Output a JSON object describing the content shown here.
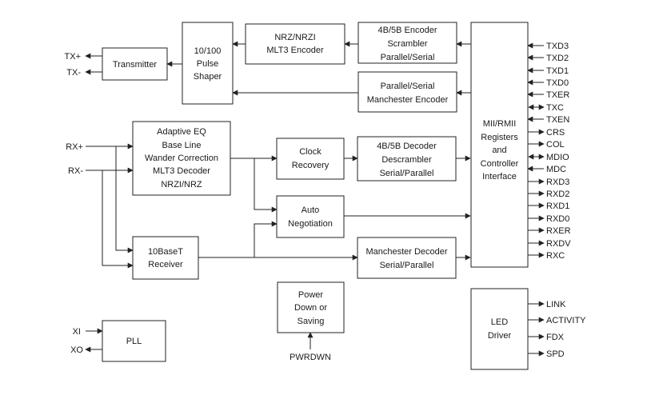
{
  "blocks": {
    "transmitter": [
      "Transmitter"
    ],
    "pulse_shaper": [
      "10/100",
      "Pulse",
      "Shaper"
    ],
    "nrz_mlt3": [
      "NRZ/NRZI",
      "MLT3 Encoder"
    ],
    "encoder_4b5b": [
      "4B/5B Encoder",
      "Scrambler",
      "Parallel/Serial"
    ],
    "manchester_encoder": [
      "Parallel/Serial",
      "Manchester Encoder"
    ],
    "adaptive_eq": [
      "Adaptive EQ",
      "Base Line",
      "Wander Correction",
      "MLT3 Decoder",
      "NRZI/NRZ"
    ],
    "clock_recovery": [
      "Clock",
      "Recovery"
    ],
    "decoder_4b5b": [
      "4B/5B Decoder",
      "Descrambler",
      "Serial/Parallel"
    ],
    "auto_negotiation": [
      "Auto",
      "Negotiation"
    ],
    "receiver_10baset": [
      "10BaseT",
      "Receiver"
    ],
    "manchester_decoder": [
      "Manchester Decoder",
      "Serial/Parallel"
    ],
    "power_down": [
      "Power",
      "Down or",
      "Saving"
    ],
    "pll": [
      "PLL"
    ],
    "mii_registers": [
      "MII/RMII",
      "Registers",
      "and",
      "Controller",
      "Interface"
    ],
    "led_driver": [
      "LED",
      "Driver"
    ]
  },
  "pins": {
    "tx_plus": "TX+",
    "tx_minus": "TX-",
    "rx_plus": "RX+",
    "rx_minus": "RX-",
    "xi": "XI",
    "xo": "XO",
    "pwrdwn": "PWRDWN",
    "txd3": "TXD3",
    "txd2": "TXD2",
    "txd1": "TXD1",
    "txd0": "TXD0",
    "txer": "TXER",
    "txc": "TXC",
    "txen": "TXEN",
    "crs": "CRS",
    "col": "COL",
    "mdio": "MDIO",
    "mdc": "MDC",
    "rxd3": "RXD3",
    "rxd2": "RXD2",
    "rxd1": "RXD1",
    "rxd0": "RXD0",
    "rxer": "RXER",
    "rxdv": "RXDV",
    "rxc": "RXC",
    "link": "LINK",
    "activity": "ACTIVITY",
    "fdx": "FDX",
    "spd": "SPD"
  }
}
